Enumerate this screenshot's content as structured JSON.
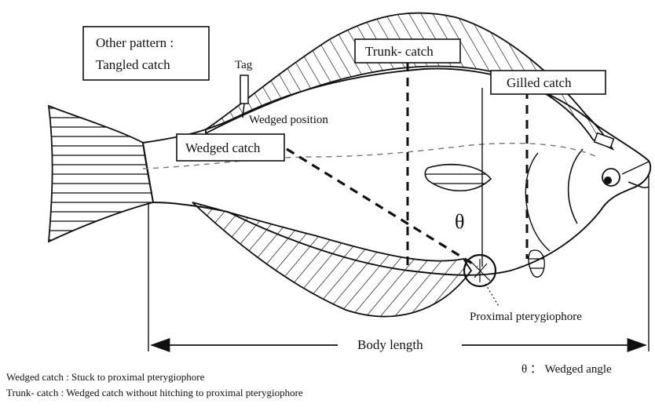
{
  "labels": {
    "other_pattern_line1": "Other pattern :",
    "other_pattern_line2": "Tangled catch",
    "tag": "Tag",
    "trunk_catch": "Trunk- catch",
    "gilled_catch": "Gilled catch",
    "wedged_position": "Wedged position",
    "wedged_catch": "Wedged catch",
    "theta": "θ",
    "proximal_pterygiophore": "Proximal pterygiophore",
    "body_length": "Body length",
    "wedged_angle": "θ ： Wedged angle"
  },
  "legend": {
    "line1": "Wedged catch : Stuck to proximal pterygiophore",
    "line2": "Trunk- catch : Wedged catch without hitching to proximal pterygiophore"
  },
  "colors": {
    "ink": "#111111",
    "background": "#ffffff"
  }
}
